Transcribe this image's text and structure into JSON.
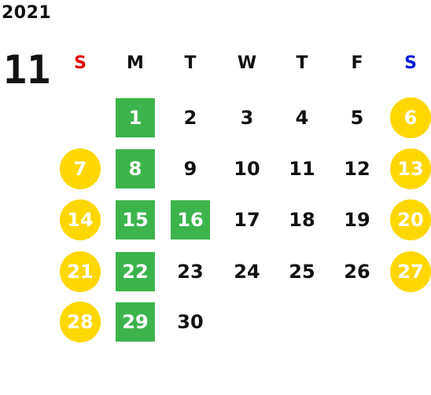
{
  "calendar": {
    "year": "2021",
    "month": "11",
    "weekdays": [
      {
        "label": "S",
        "color": "#e00000"
      },
      {
        "label": "M",
        "color": "#111111"
      },
      {
        "label": "T",
        "color": "#111111"
      },
      {
        "label": "W",
        "color": "#111111"
      },
      {
        "label": "T",
        "color": "#111111"
      },
      {
        "label": "F",
        "color": "#111111"
      },
      {
        "label": "S",
        "color": "#0018d8"
      }
    ],
    "first_weekday_index": 1,
    "days": [
      {
        "day": "1",
        "style": "holiday"
      },
      {
        "day": "2",
        "style": "normal"
      },
      {
        "day": "3",
        "style": "normal"
      },
      {
        "day": "4",
        "style": "normal"
      },
      {
        "day": "5",
        "style": "normal"
      },
      {
        "day": "6",
        "style": "weekend"
      },
      {
        "day": "7",
        "style": "weekend"
      },
      {
        "day": "8",
        "style": "holiday"
      },
      {
        "day": "9",
        "style": "normal"
      },
      {
        "day": "10",
        "style": "normal"
      },
      {
        "day": "11",
        "style": "normal"
      },
      {
        "day": "12",
        "style": "normal"
      },
      {
        "day": "13",
        "style": "weekend"
      },
      {
        "day": "14",
        "style": "weekend"
      },
      {
        "day": "15",
        "style": "holiday"
      },
      {
        "day": "16",
        "style": "holiday"
      },
      {
        "day": "17",
        "style": "normal"
      },
      {
        "day": "18",
        "style": "normal"
      },
      {
        "day": "19",
        "style": "normal"
      },
      {
        "day": "20",
        "style": "weekend"
      },
      {
        "day": "21",
        "style": "weekend"
      },
      {
        "day": "22",
        "style": "holiday"
      },
      {
        "day": "23",
        "style": "normal"
      },
      {
        "day": "24",
        "style": "normal"
      },
      {
        "day": "25",
        "style": "normal"
      },
      {
        "day": "26",
        "style": "normal"
      },
      {
        "day": "27",
        "style": "weekend"
      },
      {
        "day": "28",
        "style": "weekend"
      },
      {
        "day": "29",
        "style": "holiday"
      },
      {
        "day": "30",
        "style": "normal"
      }
    ],
    "colors": {
      "holiday_green": "#3cb44b",
      "weekend_yellow": "#ffd700",
      "text_dark": "#111111",
      "text_on_marker": "#ffffff"
    }
  }
}
